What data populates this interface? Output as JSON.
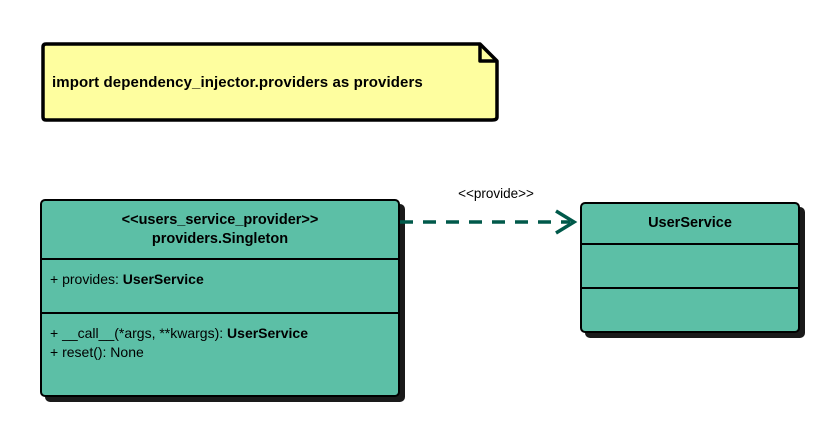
{
  "diagram": {
    "type": "uml-class-diagram",
    "note": {
      "text": "import dependency_injector.providers as providers",
      "fill_color": "#fefe9f",
      "border_color": "#000000"
    },
    "classes": [
      {
        "id": "users-service-provider",
        "stereotype": "<<users_service_provider>>",
        "name": "providers.Singleton",
        "fill_color": "#5cbfa6",
        "attributes": [
          {
            "visibility": "+",
            "label": "provides: ",
            "type": "UserService"
          }
        ],
        "operations": [
          {
            "visibility": "+",
            "label": "__call__(*args, **kwargs): ",
            "type": "UserService"
          },
          {
            "visibility": "+",
            "label": "reset(): None",
            "type": ""
          }
        ]
      },
      {
        "id": "user-service",
        "stereotype": "",
        "name": "UserService",
        "fill_color": "#5cbfa6",
        "attributes": [],
        "operations": []
      }
    ],
    "connector": {
      "label": "<<provide>>",
      "style": "dashed",
      "arrow": "open",
      "color": "#00594a",
      "source": "users-service-provider",
      "target": "user-service"
    }
  }
}
